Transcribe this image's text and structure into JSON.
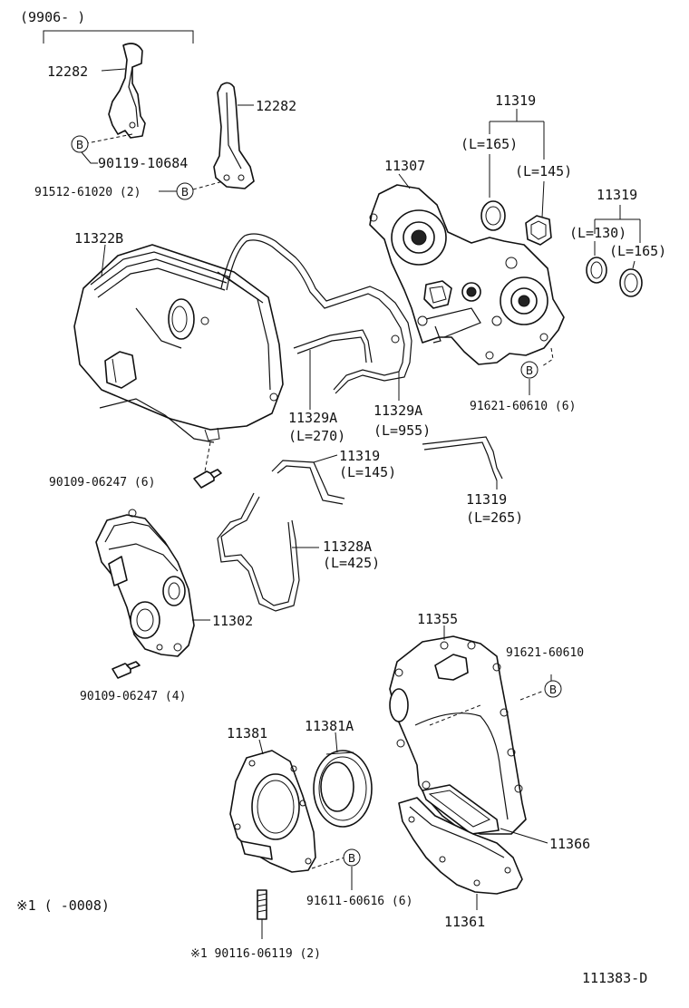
{
  "range_label": "(9906-     )",
  "footnote": "※1  (      -0008)",
  "diagram_id": "111383-D",
  "marker": "B",
  "labels": {
    "p12282a": "12282",
    "p12282b": "12282",
    "p90119": "90119-10684",
    "p91512": "91512-61020 (2)",
    "p11322b": "11322B",
    "p11307": "11307",
    "p11319_top": "11319",
    "l165a": "(L=165)",
    "l145a": "(L=145)",
    "p11319_right": "11319",
    "l130": "(L=130)",
    "l165b": "(L=165)",
    "p91621a": "91621-60610 (6)",
    "p11329a_1": "11329A",
    "l270": "(L=270)",
    "p11329a_2": "11329A",
    "l955": "(L=955)",
    "p11319_mid": "11319",
    "l145b": "(L=145)",
    "p11319_low": "11319",
    "l265": "(L=265)",
    "p90109a": "90109-06247 (6)",
    "p11328a": "11328A",
    "l425": "(L=425)",
    "p11302": "11302",
    "p90109b": "90109-06247 (4)",
    "p11355": "11355",
    "p91621b": "91621-60610",
    "p11381": "11381",
    "p11381a": "11381A",
    "p11366": "11366",
    "p91611": "91611-60616 (6)",
    "p11361": "11361",
    "p90116": "※1  90116-06119 (2)"
  }
}
